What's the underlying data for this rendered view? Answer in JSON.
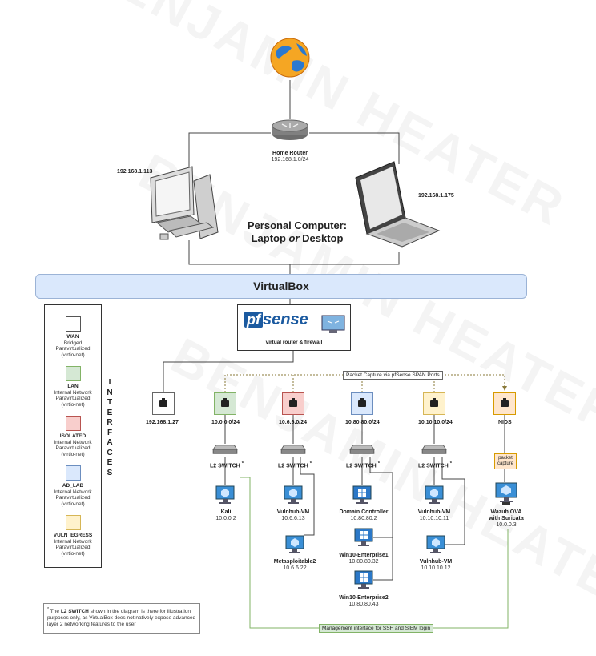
{
  "watermark": "BENJAMIN HEATER",
  "top": {
    "router_label": "Home Router",
    "router_net": "192.168.1.0/24",
    "desktop_ip": "192.168.1.113",
    "laptop_ip": "192.168.1.175",
    "pc_title_1": "Personal Computer:",
    "pc_title_2a": "Laptop ",
    "pc_title_or": "or",
    "pc_title_2b": " Desktop"
  },
  "virtualbox": "VirtualBox",
  "pfsense": {
    "pf": "pf",
    "sense": "sense",
    "caption": "virtual router & firewall"
  },
  "span_label": "Packet Capture via pfSense SPAN Ports",
  "mgmt_label": "Management interface for SSH and SIEM login",
  "legend": {
    "items": [
      {
        "name": "WAN",
        "desc1": "Bridged",
        "desc2": "Paravirtualized",
        "desc3": "(virtio-net)",
        "color": "#ffffff"
      },
      {
        "name": "LAN",
        "desc1": "Internal Network",
        "desc2": "Paravirtualized",
        "desc3": "(virtio-net)",
        "color": "#d5e8d4"
      },
      {
        "name": "ISOLATED",
        "desc1": "Internal Network",
        "desc2": "Paravirtualized",
        "desc3": "(virtio-net)",
        "color": "#f8cecc"
      },
      {
        "name": "AD_LAB",
        "desc1": "Internal Network",
        "desc2": "Paravirtualized",
        "desc3": "(virtio-net)",
        "color": "#dae8fc"
      },
      {
        "name": "VULN_EGRESS",
        "desc1": "Internal Network",
        "desc2": "Paravirtualized",
        "desc3": "(virtio-net)",
        "color": "#fff2cc"
      }
    ],
    "vertical_title": "INTERFACES"
  },
  "interfaces": [
    {
      "label": "192.168.1.27",
      "color": "#ffffff"
    },
    {
      "label": "10.0.0.0/24",
      "color": "#d5e8d4"
    },
    {
      "label": "10.6.6.0/24",
      "color": "#f8cecc"
    },
    {
      "label": "10.80.80.0/24",
      "color": "#dae8fc"
    },
    {
      "label": "10.10.10.0/24",
      "color": "#fff2cc"
    },
    {
      "label": "NIDS",
      "color": "#ffe6cc"
    }
  ],
  "switch_label": "L2 SWITCH",
  "asterisk": "*",
  "packet_capture": "packet\ncapture",
  "hosts": {
    "kali": {
      "name": "Kali",
      "ip": "10.0.0.2"
    },
    "vulnhub1": {
      "name": "Vulnhub-VM",
      "ip": "10.6.6.13"
    },
    "metasploitable": {
      "name": "Metasploitable2",
      "ip": "10.6.6.22"
    },
    "dc": {
      "name": "Domain Controller",
      "ip": "10.80.80.2"
    },
    "win1": {
      "name": "Win10-Enterprise1",
      "ip": "10.80.80.32"
    },
    "win2": {
      "name": "Win10-Enterprise2",
      "ip": "10.80.80.43"
    },
    "vulnhub2": {
      "name": "Vulnhub-VM",
      "ip": "10.10.10.11"
    },
    "vulnhub3": {
      "name": "Vulnhub-VM",
      "ip": "10.10.10.12"
    },
    "wazuh_1": "Wazuh OVA",
    "wazuh_2": "with Suricata",
    "wazuh_ip": "10.0.0.3"
  },
  "note": {
    "star": "*",
    "pre": " The ",
    "bold": "L2 SWITCH",
    "post": " shown in the diagram is there for illustration purposes only, as VirtualBox does not natively expose advanced layer 2 networking features to the user"
  }
}
